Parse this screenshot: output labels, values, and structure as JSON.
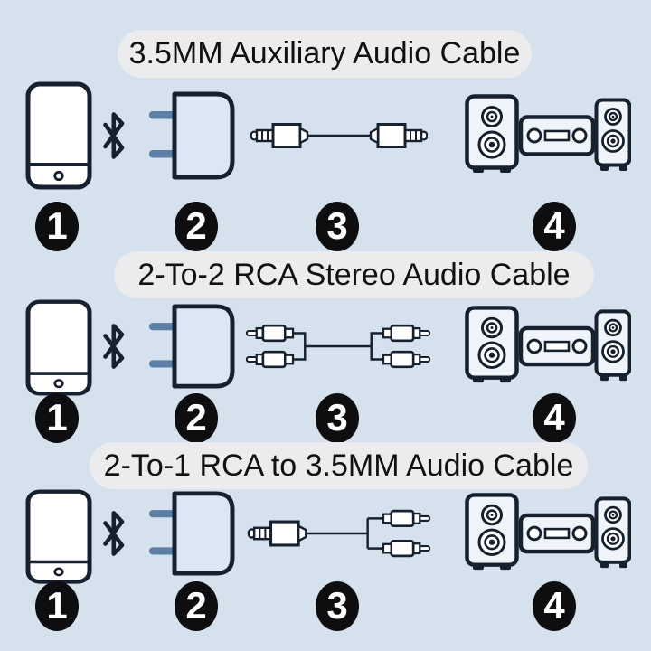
{
  "colors": {
    "background": "#d6e1ee",
    "title_pill_bg": "#ececee",
    "title_text": "#111111",
    "icon_stroke": "#16202e",
    "icon_fill": "#ffffff",
    "device_fill": "#dce7f3",
    "speaker_fill": "#eef4fa",
    "plug_prong": "#5b7fa6",
    "badge_bg": "#0e0e10",
    "badge_text": "#ffffff"
  },
  "sections": [
    {
      "title": "3.5MM Auxiliary Audio Cable",
      "cable_type": "3.5mm-to-3.5mm-aux-cable",
      "connection": "bluetooth",
      "steps": [
        {
          "number": "1",
          "item": "phone"
        },
        {
          "number": "2",
          "item": "bluetooth-receiver-plug"
        },
        {
          "number": "3",
          "item": "aux-audio-cable"
        },
        {
          "number": "4",
          "item": "speaker-system"
        }
      ]
    },
    {
      "title": "2-To-2 RCA Stereo Audio Cable",
      "cable_type": "2rca-to-2rca-cable",
      "connection": "bluetooth",
      "steps": [
        {
          "number": "1",
          "item": "phone"
        },
        {
          "number": "2",
          "item": "bluetooth-receiver-plug"
        },
        {
          "number": "3",
          "item": "rca-stereo-cable"
        },
        {
          "number": "4",
          "item": "speaker-system"
        }
      ]
    },
    {
      "title": "2-To-1 RCA to 3.5MM Audio Cable",
      "cable_type": "3.5mm-to-2rca-cable",
      "connection": "bluetooth",
      "steps": [
        {
          "number": "1",
          "item": "phone"
        },
        {
          "number": "2",
          "item": "bluetooth-receiver-plug"
        },
        {
          "number": "3",
          "item": "rca-to-aux-cable"
        },
        {
          "number": "4",
          "item": "speaker-system"
        }
      ]
    }
  ]
}
